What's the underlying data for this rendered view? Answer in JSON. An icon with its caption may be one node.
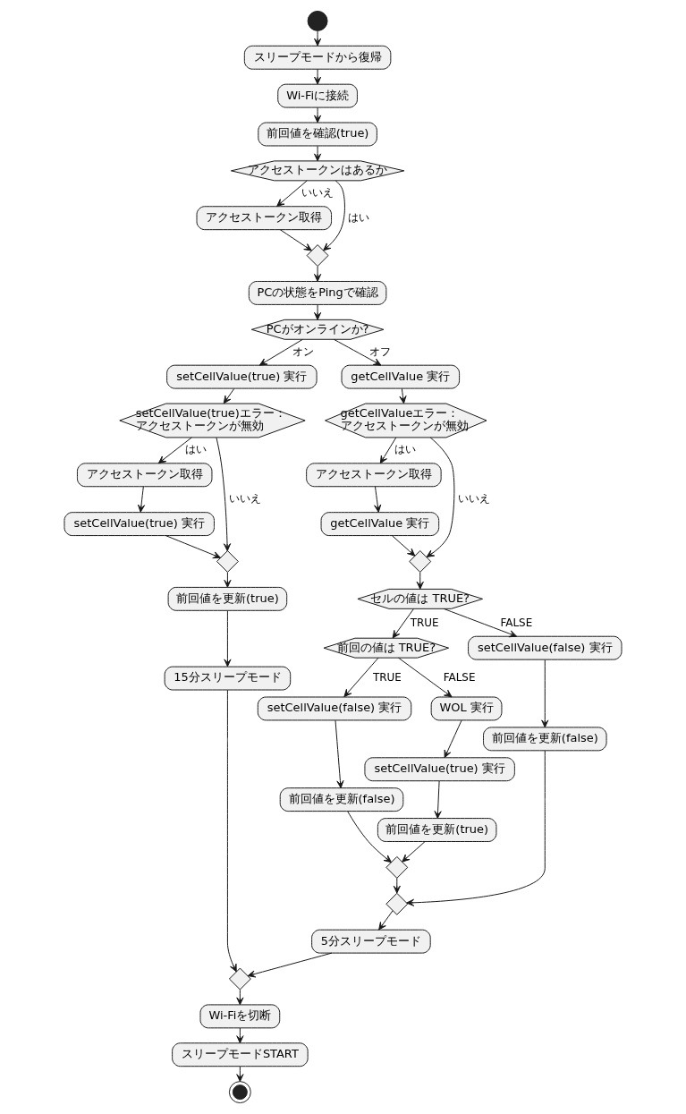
{
  "diagram": {
    "nodes": [
      {
        "text": [],
        "shape": "circle"
      },
      {
        "text": [
          "スリープモードから復帰"
        ]
      },
      {
        "text": [
          "Wi-Fiに接続"
        ]
      },
      {
        "text": [
          "前回値を確認(true)"
        ]
      },
      {
        "text": [
          "アクセストークンはあるか"
        ]
      },
      {
        "text": [
          "アクセストークン取得"
        ]
      },
      {
        "text": [],
        "shape": "diamond"
      },
      {
        "text": [
          "PCの状態をPingで確認"
        ]
      },
      {
        "text": [
          "PCがオンラインか?"
        ]
      },
      {
        "text": [
          "setCellValue(true) 実行"
        ]
      },
      {
        "text": [
          "setCellValue(true)エラー：アクセストークンが無効"
        ]
      },
      {
        "text": [
          "アクセストークン取得"
        ]
      },
      {
        "text": [
          "setCellValue(true) 実行"
        ]
      },
      {
        "text": [],
        "shape": "diamond"
      },
      {
        "text": [
          "前回値を更新(true)"
        ]
      },
      {
        "text": [
          "15分スリープモード"
        ]
      },
      {
        "text": [
          "getCellValue 実行"
        ]
      },
      {
        "text": [
          "getCellValueエラー：アクセストークンが無効"
        ]
      },
      {
        "text": [
          "アクセストークン取得"
        ]
      },
      {
        "text": [
          "getCellValue 実行"
        ]
      },
      {
        "text": [],
        "shape": "diamond"
      },
      {
        "text": [
          "セルの値は TRUE?"
        ]
      },
      {
        "text": [
          "前回の値は TRUE?"
        ]
      },
      {
        "text": [
          "setCellValue(false) 実行"
        ]
      },
      {
        "text": [
          "前回値を更新(false)"
        ]
      },
      {
        "text": [
          "WOL 実行"
        ]
      },
      {
        "text": [
          "setCellValue(true) 実行"
        ]
      },
      {
        "text": [
          "前回値を更新(true)"
        ]
      },
      {
        "text": [],
        "shape": "diamond"
      },
      {
        "text": [
          "setCellValue(false) 実行"
        ]
      },
      {
        "text": [
          "前回値を更新(false)"
        ]
      },
      {
        "text": [],
        "shape": "diamond"
      },
      {
        "text": [
          "5分スリープモード"
        ]
      },
      {
        "text": [],
        "shape": "diamond"
      },
      {
        "text": [
          "Wi-Fiを切断"
        ]
      },
      {
        "text": [
          "スリープモードSTART"
        ]
      },
      {
        "text": [],
        "shape": "circle"
      }
    ],
    "edges": [
      {
        "from": 0,
        "to": 1,
        "arrow": "to"
      },
      {
        "from": 1,
        "to": 2,
        "arrow": "to"
      },
      {
        "from": 2,
        "to": 3,
        "arrow": "to"
      },
      {
        "from": 3,
        "to": 4,
        "arrow": "to"
      },
      {
        "from": 4,
        "to": 5,
        "arrow": "to",
        "label": "いいえ"
      },
      {
        "from": 4,
        "to": 6,
        "arrow": "to",
        "label": "はい"
      },
      {
        "from": 5,
        "to": 6,
        "arrow": "to"
      },
      {
        "from": 6,
        "to": 7,
        "arrow": "to"
      },
      {
        "from": 7,
        "to": 8,
        "arrow": "to"
      },
      {
        "from": 8,
        "to": 9,
        "arrow": "to",
        "label": "オン"
      },
      {
        "from": 8,
        "to": 16,
        "arrow": "to",
        "label": "オフ"
      },
      {
        "from": 9,
        "to": 10,
        "arrow": "to"
      },
      {
        "from": 10,
        "to": 11,
        "arrow": "to",
        "label": "はい"
      },
      {
        "from": 10,
        "to": 13,
        "arrow": "to",
        "label": "いいえ"
      },
      {
        "from": 11,
        "to": 12,
        "arrow": "to"
      },
      {
        "from": 12,
        "to": 13,
        "arrow": "to"
      },
      {
        "from": 13,
        "to": 14,
        "arrow": "to"
      },
      {
        "from": 14,
        "to": 15,
        "arrow": "to"
      },
      {
        "from": 15,
        "to": 33,
        "arrow": "to"
      },
      {
        "from": 16,
        "to": 17,
        "arrow": "to"
      },
      {
        "from": 17,
        "to": 18,
        "arrow": "to",
        "label": "はい"
      },
      {
        "from": 17,
        "to": 20,
        "arrow": "to",
        "label": "いいえ"
      },
      {
        "from": 18,
        "to": 19,
        "arrow": "to"
      },
      {
        "from": 19,
        "to": 20,
        "arrow": "to"
      },
      {
        "from": 20,
        "to": 21,
        "arrow": "to"
      },
      {
        "from": 21,
        "to": 22,
        "arrow": "to",
        "label": "TRUE"
      },
      {
        "from": 21,
        "to": 29,
        "arrow": "to",
        "label": "FALSE"
      },
      {
        "from": 22,
        "to": 23,
        "arrow": "to",
        "label": "TRUE"
      },
      {
        "from": 22,
        "to": 25,
        "arrow": "to",
        "label": "FALSE"
      },
      {
        "from": 23,
        "to": 24,
        "arrow": "to"
      },
      {
        "from": 24,
        "to": 28,
        "arrow": "to"
      },
      {
        "from": 25,
        "to": 26,
        "arrow": "to"
      },
      {
        "from": 26,
        "to": 27,
        "arrow": "to"
      },
      {
        "from": 27,
        "to": 28,
        "arrow": "to"
      },
      {
        "from": 28,
        "to": 31,
        "arrow": "to"
      },
      {
        "from": 29,
        "to": 30,
        "arrow": "to"
      },
      {
        "from": 30,
        "to": 31,
        "arrow": "to"
      },
      {
        "from": 31,
        "to": 32,
        "arrow": "to"
      },
      {
        "from": 32,
        "to": 33,
        "arrow": "to"
      },
      {
        "from": 33,
        "to": 34,
        "arrow": "to"
      },
      {
        "from": 34,
        "to": 35,
        "arrow": "to"
      },
      {
        "from": 35,
        "to": 36,
        "arrow": "to"
      }
    ]
  }
}
